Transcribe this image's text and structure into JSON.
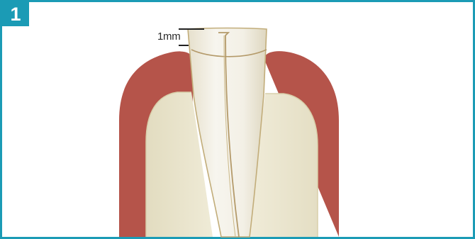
{
  "figure": {
    "step_number": "1",
    "measurement_label": "1mm"
  },
  "colors": {
    "frame_accent": "#1b9bb5",
    "gum_tissue": "#b5544a",
    "bone": "#efebd6",
    "tooth_root": "#f2efe4",
    "canal_line": "#b49a6a"
  },
  "icons": [
    "tooth-root-illustration",
    "measurement-scale-icon"
  ]
}
